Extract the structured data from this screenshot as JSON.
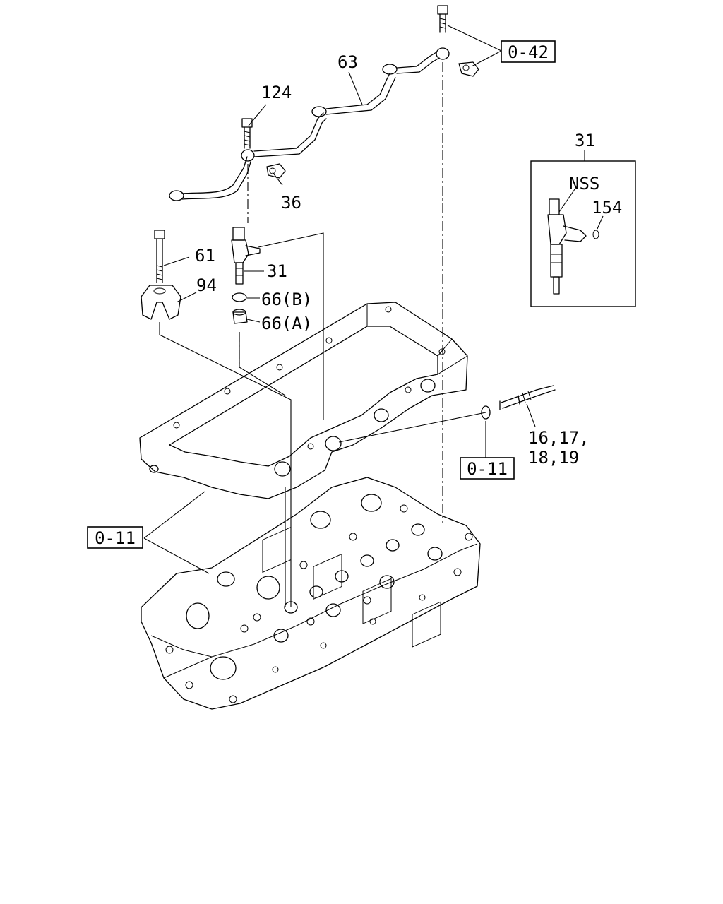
{
  "labels": {
    "l124": "124",
    "l63": "63",
    "l36": "36",
    "l61": "61",
    "l31": "31",
    "l94": "94",
    "l66b": "66(B)",
    "l66a": "66(A)",
    "inset_31": "31",
    "nss": "NSS",
    "l154": "154",
    "l16": "16,17,",
    "l18": "18,19"
  },
  "refs": {
    "r042": "0-42",
    "r011_right": "0-11",
    "r011_left": "0-11"
  }
}
